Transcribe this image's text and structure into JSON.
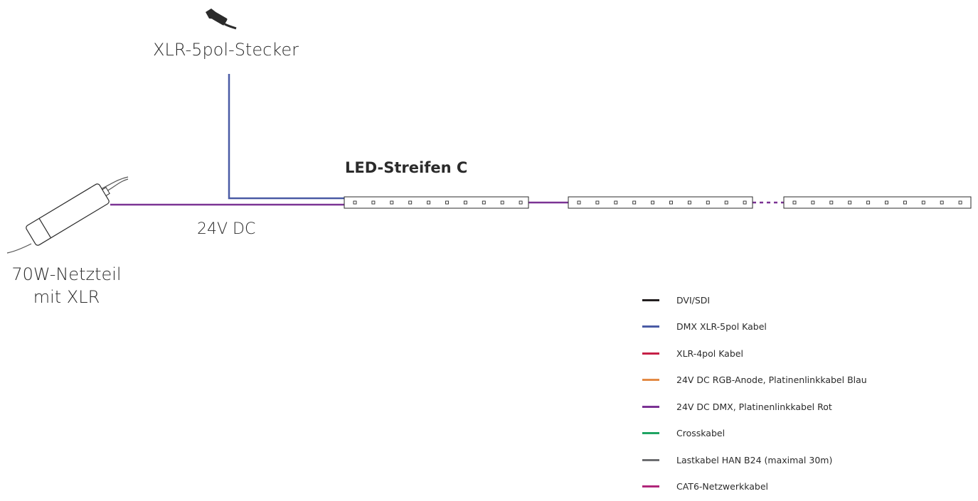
{
  "labels": {
    "connector": "XLR-5pol-Stecker",
    "strip": "LED-Streifen C",
    "voltage": "24V DC",
    "psu_line1": "70W-Netzteil",
    "psu_line2": "mit XLR"
  },
  "colors": {
    "dmx": "#4a5ba5",
    "power": "#7b3394",
    "outline": "#2b2b2b",
    "cable": "#555555"
  },
  "icons": {
    "connector": "xlr-connector-icon",
    "psu": "power-supply-icon"
  },
  "strips": {
    "count": 3,
    "leds_per_strip": 10
  },
  "legend": [
    {
      "label": "DVI/SDI",
      "color": "#231f20"
    },
    {
      "label": "DMX XLR-5pol Kabel",
      "color": "#4a5ba5"
    },
    {
      "label": "XLR-4pol Kabel",
      "color": "#c62046"
    },
    {
      "label": "24V DC RGB-Anode, Platinenlinkkabel Blau",
      "color": "#e38a45"
    },
    {
      "label": "24V DC DMX, Platinenlinkkabel Rot",
      "color": "#7b3394"
    },
    {
      "label": "Crosskabel",
      "color": "#1fa463"
    },
    {
      "label": "Lastkabel HAN B24 (maximal 30m)",
      "color": "#6d6e71"
    },
    {
      "label": "CAT6-Netzwerkkabel",
      "color": "#b0267a"
    }
  ]
}
